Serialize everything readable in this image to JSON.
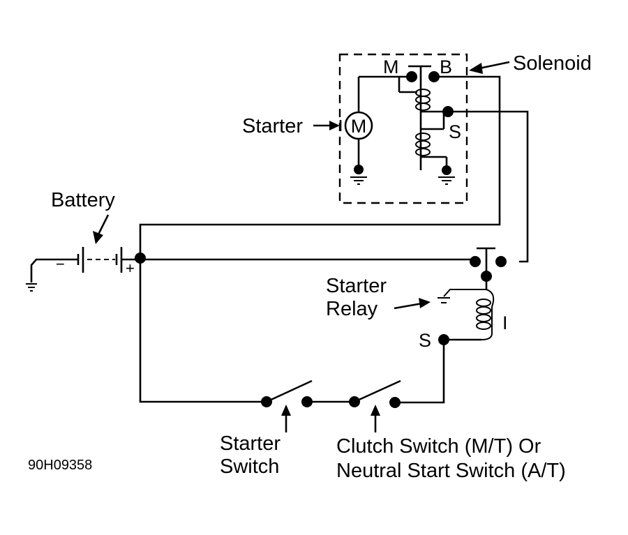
{
  "diagram": {
    "title": "Starter circuit wiring diagram",
    "figure_code": "90H09358",
    "labels": {
      "solenoid": "Solenoid",
      "starter": "Starter",
      "battery": "Battery",
      "starter_relay_line1": "Starter",
      "starter_relay_line2": "Relay",
      "starter_switch_line1": "Starter",
      "starter_switch_line2": "Switch",
      "clutch_switch_line1": "Clutch Switch (M/T) Or",
      "clutch_switch_line2": "Neutral Start Switch (A/T)"
    },
    "terminals": {
      "solenoid_m": "M",
      "solenoid_b": "B",
      "solenoid_s": "S",
      "motor": "M",
      "relay_s": "S",
      "relay_i": "I",
      "battery_neg": "−",
      "battery_pos": "+"
    },
    "components": [
      {
        "id": "battery",
        "type": "battery"
      },
      {
        "id": "solenoid",
        "type": "solenoid",
        "terminals": [
          "M",
          "B",
          "S"
        ]
      },
      {
        "id": "starter-motor",
        "type": "motor"
      },
      {
        "id": "starter-relay",
        "type": "relay",
        "terminals": [
          "S",
          "I"
        ]
      },
      {
        "id": "starter-switch",
        "type": "switch",
        "state": "open"
      },
      {
        "id": "clutch-neutral-switch",
        "type": "switch",
        "state": "open"
      }
    ]
  }
}
